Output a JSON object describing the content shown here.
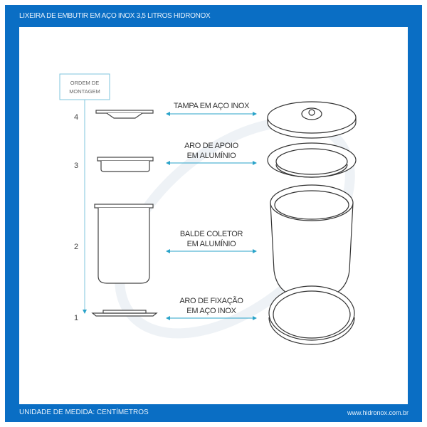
{
  "header": {
    "title": "LIXEIRA DE EMBUTIR EM AÇO INOX 3,5 LITROS HIDRONOX"
  },
  "footer": {
    "unit": "UNIDADE DE MEDIDA: CENTÍMETROS",
    "website": "www.hidronox.com.br"
  },
  "order_box": {
    "line1": "ORDEM DE",
    "line2": "MONTAGEM"
  },
  "parts": [
    {
      "number": "4",
      "line1": "TAMPA EM AÇO INOX",
      "line2": ""
    },
    {
      "number": "3",
      "line1": "ARO DE APOIO",
      "line2": "EM ALUMÍNIO"
    },
    {
      "number": "2",
      "line1": "BALDE COLETOR",
      "line2": "EM ALUMÍNIO"
    },
    {
      "number": "1",
      "line1": "ARO DE FIXAÇÃO",
      "line2": "EM AÇO INOX"
    }
  ],
  "colors": {
    "frame": "#0a6ec4",
    "arrow": "#2aa3c9"
  }
}
